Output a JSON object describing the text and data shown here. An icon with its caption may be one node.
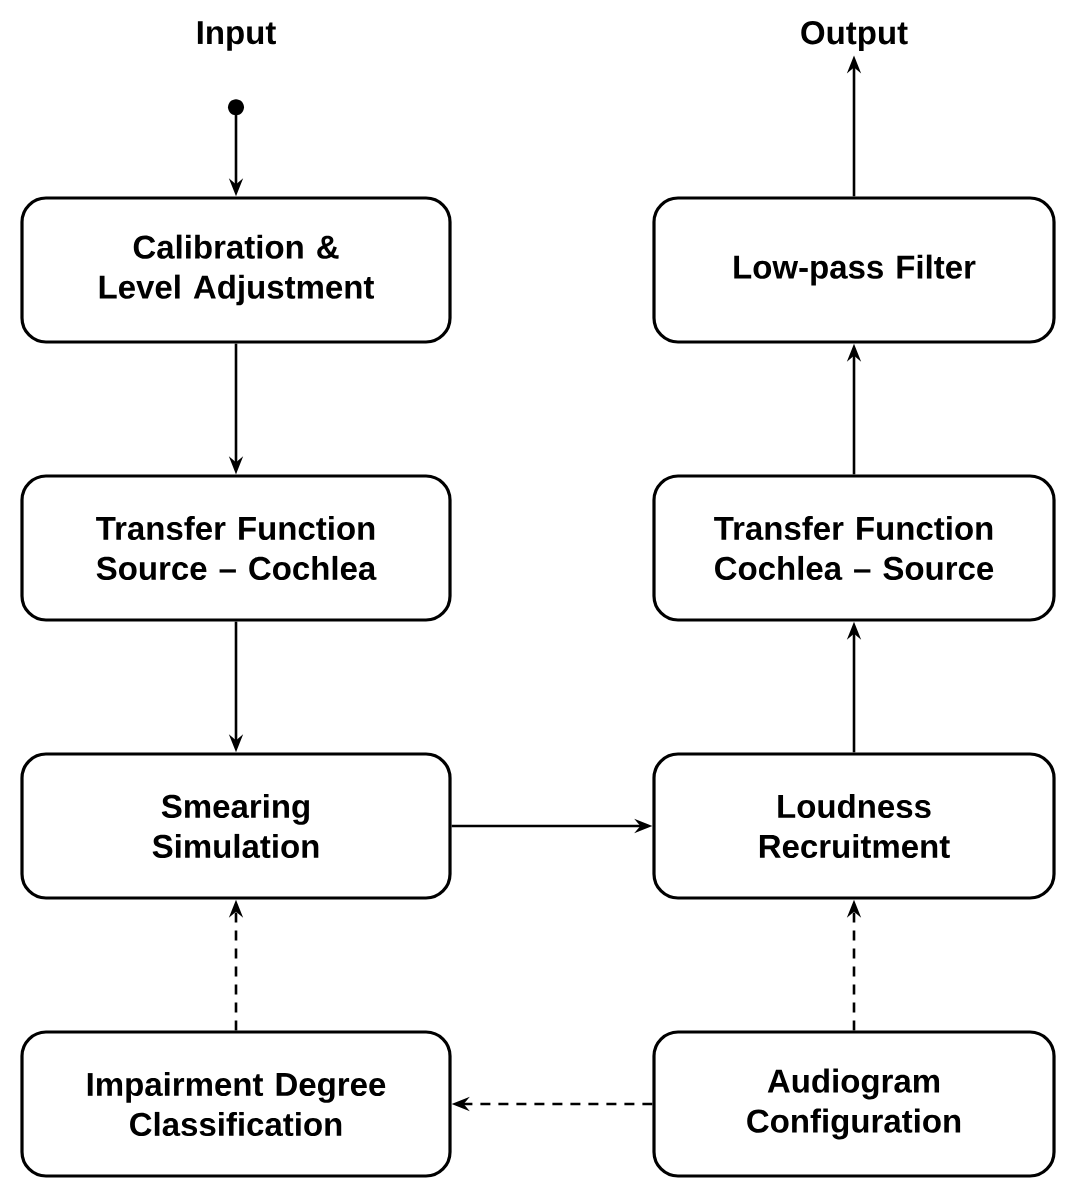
{
  "diagram": {
    "nodes": [
      {
        "text": [
          "Input"
        ]
      },
      {
        "text": [
          "Calibration & Level Adjustment"
        ]
      },
      {
        "text": [
          "Transfer Function Source – Cochlea"
        ]
      },
      {
        "text": [
          "Smearing Simulation"
        ]
      },
      {
        "text": [
          "Impairment Degree Classification"
        ]
      },
      {
        "text": [
          "Output"
        ]
      },
      {
        "text": [
          "Low-pass Filter"
        ]
      },
      {
        "text": [
          "Transfer Function Cochlea – Source"
        ]
      },
      {
        "text": [
          "Loudness Recruitment"
        ]
      },
      {
        "text": [
          "Audiogram Configuration"
        ]
      }
    ],
    "edges": [
      {
        "from": 0,
        "to": 1,
        "arrow": "to"
      },
      {
        "from": 1,
        "to": 2,
        "arrow": "to"
      },
      {
        "from": 2,
        "to": 3,
        "arrow": "to"
      },
      {
        "from": 3,
        "to": 8,
        "arrow": "to"
      },
      {
        "from": 8,
        "to": 7,
        "arrow": "to"
      },
      {
        "from": 7,
        "to": 6,
        "arrow": "to"
      },
      {
        "from": 6,
        "to": 5,
        "arrow": "to"
      },
      {
        "from": 4,
        "to": 3,
        "arrow": "to",
        "style": "dashed"
      },
      {
        "from": 9,
        "to": 8,
        "arrow": "to",
        "style": "dashed"
      },
      {
        "from": 9,
        "to": 4,
        "arrow": "to",
        "style": "dashed"
      }
    ]
  }
}
